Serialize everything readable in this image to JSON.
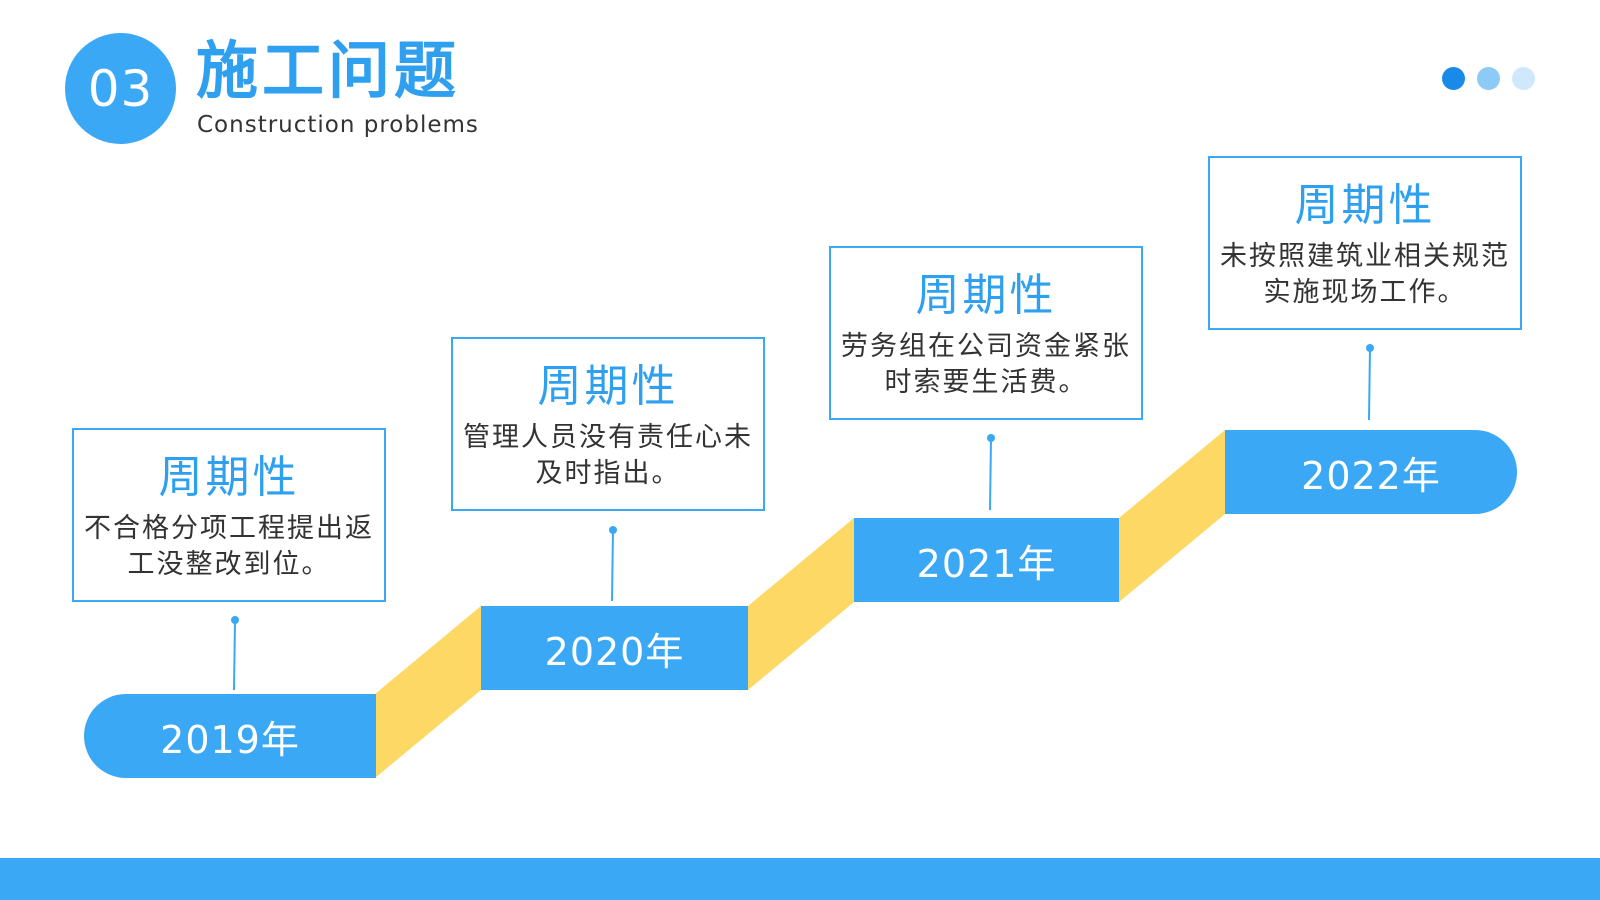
{
  "header": {
    "number": "03",
    "title": "施工问题",
    "subtitle": "Construction problems"
  },
  "colors": {
    "accent": "#3aa8f5",
    "ribbon": "#fdd865",
    "dots": [
      "#1a8ae8",
      "#8ccbf5",
      "#cfe8fb"
    ]
  },
  "timeline": [
    {
      "year": "2019年",
      "card_title": "周期性",
      "card_text": "不合格分项工程提出返工没整改到位。"
    },
    {
      "year": "2020年",
      "card_title": "周期性",
      "card_text": "管理人员没有责任心未及时指出。"
    },
    {
      "year": "2021年",
      "card_title": "周期性",
      "card_text": "劳务组在公司资金紧张时索要生活费。"
    },
    {
      "year": "2022年",
      "card_title": "周期性",
      "card_text": "未按照建筑业相关规范实施现场工作。"
    }
  ]
}
